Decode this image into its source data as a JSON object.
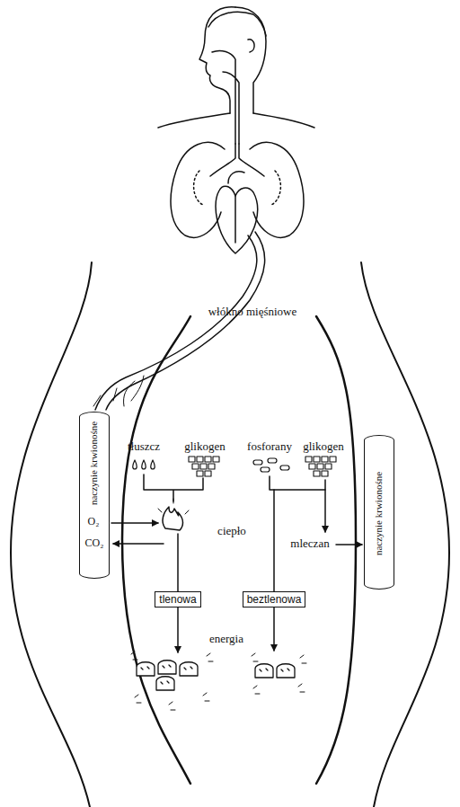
{
  "diagram": {
    "nodes": [
      {
        "text": [
          "naczynie krwionośne"
        ]
      },
      {
        "text": [
          "naczynie krwionośne"
        ]
      },
      {
        "text": [
          "tlenowa"
        ]
      },
      {
        "text": [
          "beztlenowa"
        ]
      }
    ],
    "labels": [
      "włókno mięśniowe",
      "tłuszcz",
      "glikogen",
      "fosforany",
      "glikogen",
      "ciepło",
      "mleczan",
      "energia",
      "O₂",
      "CO₂"
    ]
  }
}
